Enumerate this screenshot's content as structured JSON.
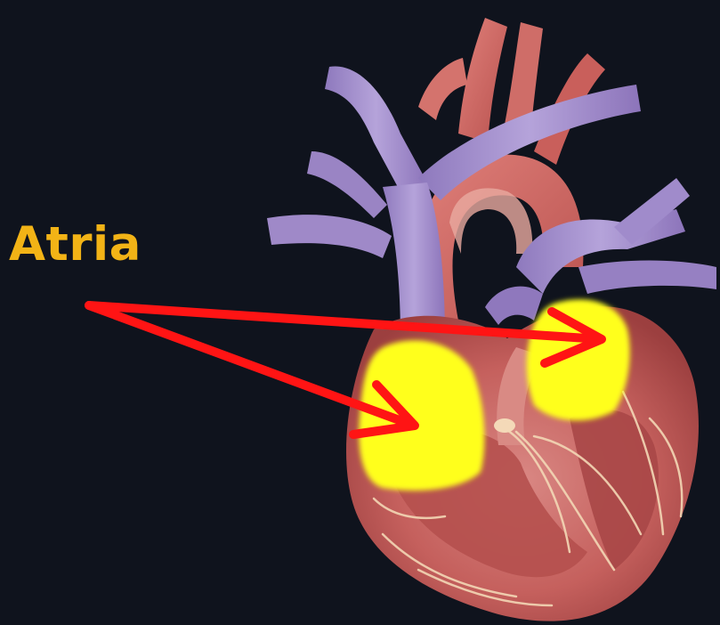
{
  "label": {
    "text": "Atria",
    "color": "#f2b316"
  },
  "colors": {
    "background": "#0f131d",
    "arrow": "#ff1414",
    "atrium_highlight": "#ffff1e",
    "vessels_venous": "#9a84c4",
    "myocardium": "#c96a67"
  },
  "structures": [
    "right-atrium-highlight",
    "left-atrium-highlight",
    "superior-vena-cava",
    "pulmonary-veins",
    "aorta",
    "pulmonary-artery",
    "ventricles"
  ]
}
